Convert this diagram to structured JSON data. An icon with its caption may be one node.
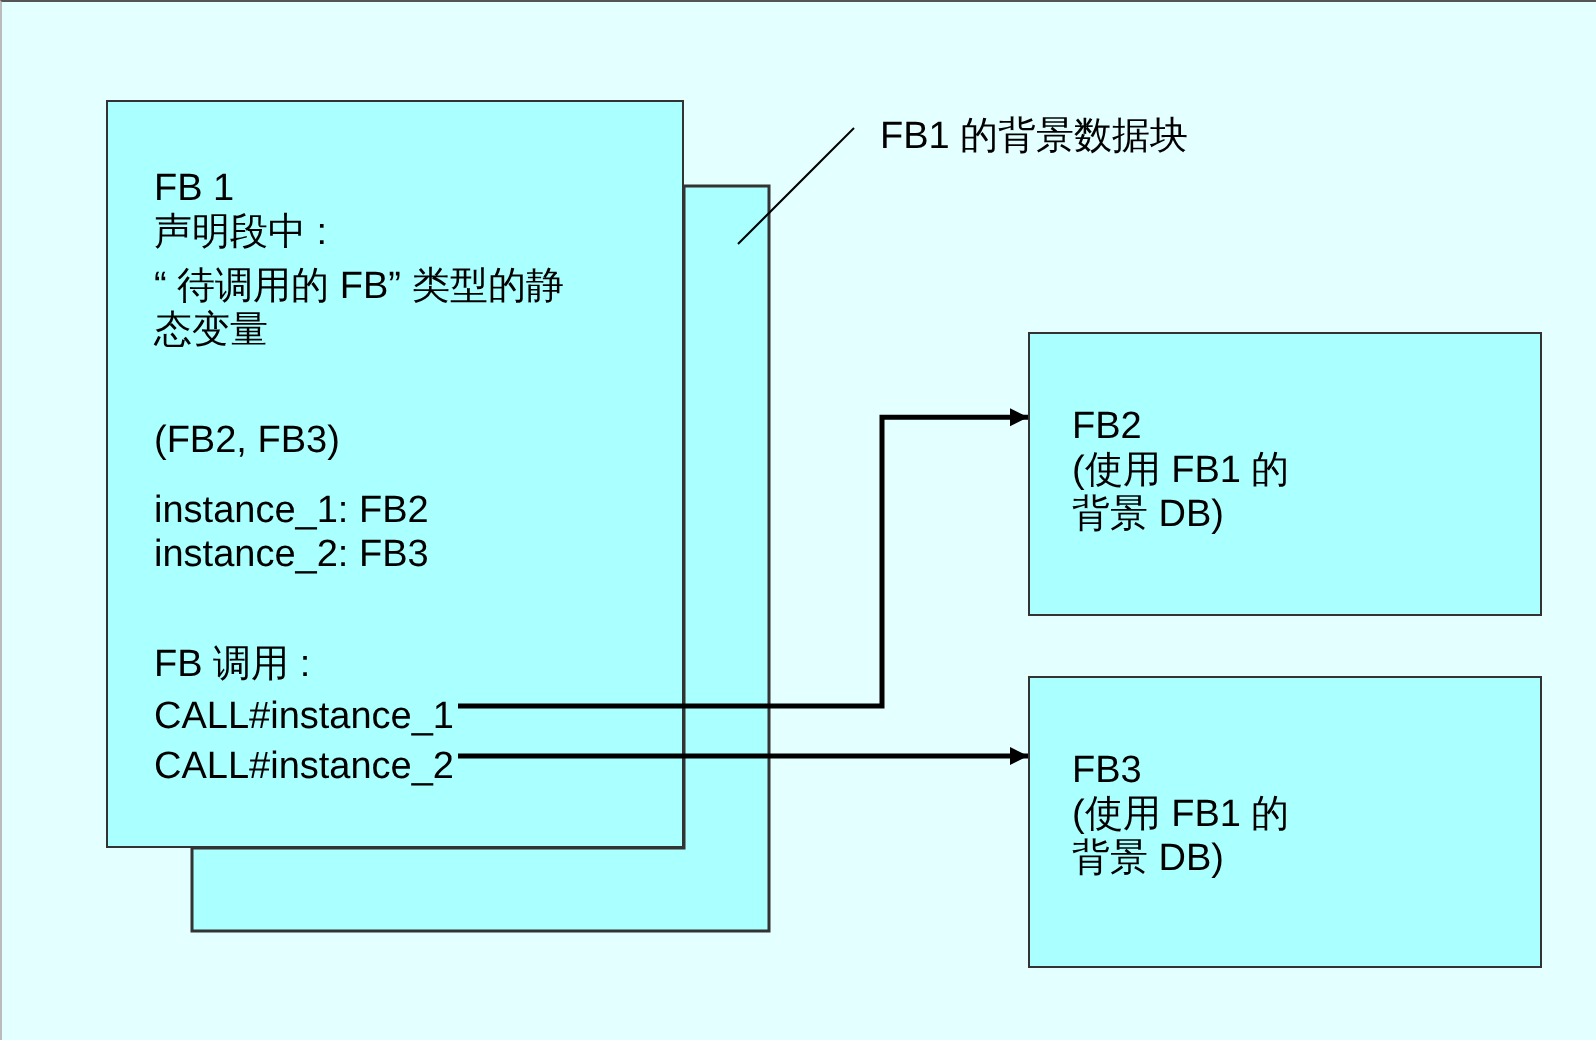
{
  "diagram": {
    "nodes": [
      {
        "text": [
          "FB 1",
          "声明段中 :",
          "“ 待调用的 FB” 类型的静态变量",
          "(FB2, FB3)",
          "instance_1: FB2",
          "instance_2: FB3",
          "FB 调用 :"
        ]
      },
      {
        "text": [
          "CALL#instance_1"
        ],
        "in": 0
      },
      {
        "text": [
          "CALL#instance_2"
        ],
        "in": 0
      },
      {
        "text": [
          "FB1 的背景数据块"
        ]
      },
      {
        "text": [
          "FB2",
          "(使用 FB1 的背景 DB)"
        ]
      },
      {
        "text": [
          "FB3",
          "(使用 FB1 的背景 DB)"
        ]
      }
    ],
    "edges": [
      {
        "from": 3,
        "to": null,
        "arrow": "none"
      },
      {
        "from": 1,
        "to": 4,
        "arrow": "to"
      },
      {
        "from": 2,
        "to": 5,
        "arrow": "to"
      }
    ]
  }
}
